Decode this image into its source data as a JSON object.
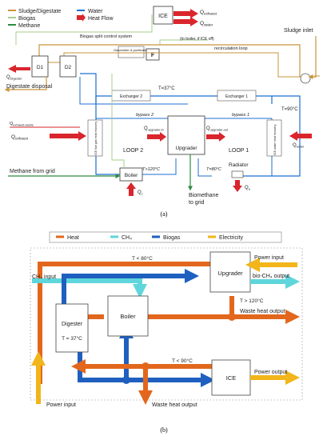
{
  "panel_a": {
    "caption": "(a)",
    "legend": {
      "sludge": "Sludge/Digestate",
      "biogas": "Biogas",
      "methane": "Methane",
      "water": "Water",
      "heat": "Heat Flow"
    },
    "units": {
      "ice": "ICE",
      "d1": "D1",
      "d2": "D2",
      "gasometer": "Gasometer & purification",
      "f": "F",
      "upgrader": "Upgrader",
      "boiler": "Boiler",
      "radiator": "Radiator",
      "exchanger1": "Exchanger 1",
      "exchanger2": "Exchanger 2",
      "hr_left": "ICE flue gas heat recovery",
      "hr_right": "ICE water heat recovery"
    },
    "labels": {
      "q_exhaust": "Q",
      "q_exhaust_sub": "exhaust",
      "q_water": "Q",
      "q_water_sub": "water",
      "biogas_split": "Biogas split control system",
      "to_boiler": "(to boiler, if ICE off)",
      "recirc": "recirculation loop",
      "sludge_inlet": "Sludge inlet",
      "q_digester": "Q",
      "q_digester_sub": "Digester",
      "digestate_disposal": "Digestate disposal",
      "t37": "T=37°C",
      "t90": "T=90°C",
      "bypass2": "bypass 2",
      "bypass1": "bypass 1",
      "q_exh_waste": "Q",
      "q_exh_waste_sub": "exhaust,waste",
      "q_exhaust_left": "Q",
      "q_exhaust_left_sub": "exhaust",
      "q_upg_in": "Q",
      "q_upg_in_sub": "upgrader,in",
      "q_upg_out": "Q",
      "q_upg_out_sub": "upgrader,out",
      "q_water_right": "Q",
      "q_water_right_sub": "water",
      "loop2": "LOOP 2",
      "loop1": "LOOP 1",
      "t120": "T>120°C",
      "t80": "T=80°C",
      "methane_grid": "Methane from grid",
      "biomethane_grid_1": "Biomethane",
      "biomethane_grid_2": "to grid",
      "q_c": "Q",
      "q_c_sub": "c",
      "q_a": "Q",
      "q_a_sub": "a"
    }
  },
  "panel_b": {
    "caption": "(b)",
    "legend": {
      "heat": "Heat",
      "ch4": "CH₄",
      "biogas": "Biogas",
      "electricity": "Electricity"
    },
    "units": {
      "upgrader": "Upgrader",
      "boiler": "Boiler",
      "digester": "Digester",
      "digester_temp": "T = 37°C",
      "ice": "ICE"
    },
    "labels": {
      "t_lt80": "T < 80°C",
      "power_input_top": "Power input",
      "ch4_input": "CH₄ input",
      "biogas_output": "bio-CH₄ output",
      "t_gt120": "T > 120°C",
      "waste_heat_right": "Waste heat output",
      "t_lt90": "T < 90°C",
      "power_output": "Power output",
      "power_input_bottom": "Power input",
      "waste_heat_bottom": "Waste heat output"
    }
  },
  "colors": {
    "sludge": "#c8953a",
    "biogas_a": "#a6cf8c",
    "methane": "#2e8b3e",
    "water": "#1f6fd1",
    "heat_a": "#d9262c",
    "heat_b": "#e2671d",
    "ch4_b": "#5ed6db",
    "biogas_b": "#1f5fbf",
    "electricity": "#f2b51a"
  }
}
